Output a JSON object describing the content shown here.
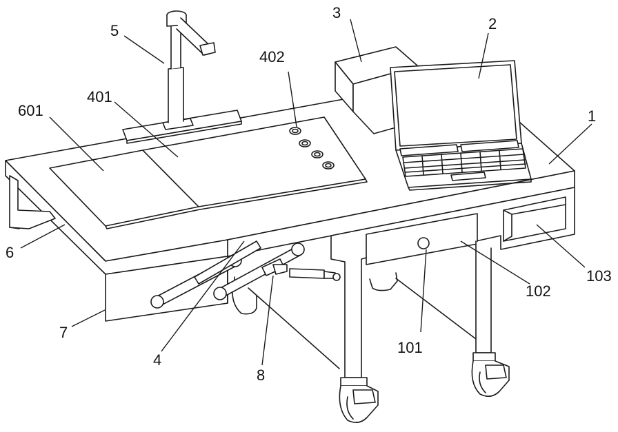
{
  "labels": [
    {
      "id": "label-1",
      "text": "1"
    },
    {
      "id": "label-2",
      "text": "2"
    },
    {
      "id": "label-3",
      "text": "3"
    },
    {
      "id": "label-4",
      "text": "4"
    },
    {
      "id": "label-5",
      "text": "5"
    },
    {
      "id": "label-6",
      "text": "6"
    },
    {
      "id": "label-7",
      "text": "7"
    },
    {
      "id": "label-8",
      "text": "8"
    },
    {
      "id": "label-101",
      "text": "101"
    },
    {
      "id": "label-102",
      "text": "102"
    },
    {
      "id": "label-103",
      "text": "103"
    },
    {
      "id": "label-401",
      "text": "401"
    },
    {
      "id": "label-402",
      "text": "402"
    },
    {
      "id": "label-601",
      "text": "601"
    }
  ]
}
